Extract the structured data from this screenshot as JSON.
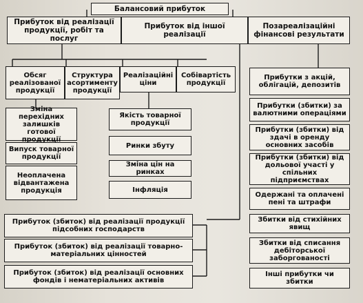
{
  "diagram": {
    "root": "Балансовий прибуток",
    "level1": [
      "Прибуток від реалізації продукції, робіт та послуг",
      "Прибуток від іншої реалізації",
      "Позареалізаційні фінансові результати"
    ],
    "factors": [
      "Обсяг реалізованої продукції",
      "Структура асортименту продукції",
      "Реалізаційні ціни",
      "Собівартість продукції"
    ],
    "volume_factors": [
      "Зміна перехідних залишків готової продукції",
      "Випуск товарної продукції",
      "Неоплачена відвантажена продукція"
    ],
    "price_factors": [
      "Якість товарної продукції",
      "Ринки збуту",
      "Зміна цін на ринках",
      "Інфляція"
    ],
    "other_sales": [
      "Прибуток (збиток) від реалізації продукції підсобних господарств",
      "Прибуток (збиток) від реалізації товарно-матеріальних цінностей",
      "Прибуток (збиток) від реалізації основних фондів і нематеріальних активів"
    ],
    "non_operating": [
      "Прибутки з акцій, облігацій, депозитів",
      "Прибутки (збитки) за валютними операціями",
      "Прибутки (збитки) від здачі в оренду основних засобів",
      "Прибутки (збитки) від дольової участі у спільних підприємствах",
      "Одержані та оплачені пені та штрафи",
      "Збитки від стихійних явищ",
      "Збитки від списання дебіторської заборгованості",
      "Інші прибутки чи збитки"
    ]
  }
}
